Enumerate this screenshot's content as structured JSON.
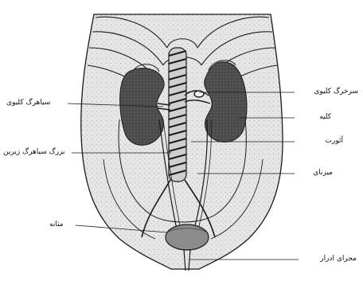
{
  "figure": {
    "labels": {
      "renal_artery": "سرخرگ کلیوی",
      "renal_vein": "سیاهرگ کلیوی",
      "kidney": "کلیه",
      "aorta": "آئورت",
      "inferior_vena_cava": "بزرگ سیاهرگ زیرین",
      "ureter": "میزنای",
      "bladder": "مثانه",
      "urethra": "مجرای ادرار"
    }
  },
  "colors": {
    "ink": "#1a1a1a",
    "kidney": "#4a4a4a",
    "bladder": "#8c8c8c",
    "background_tissue": "#d9d9d9",
    "paper": "#ffffff"
  }
}
